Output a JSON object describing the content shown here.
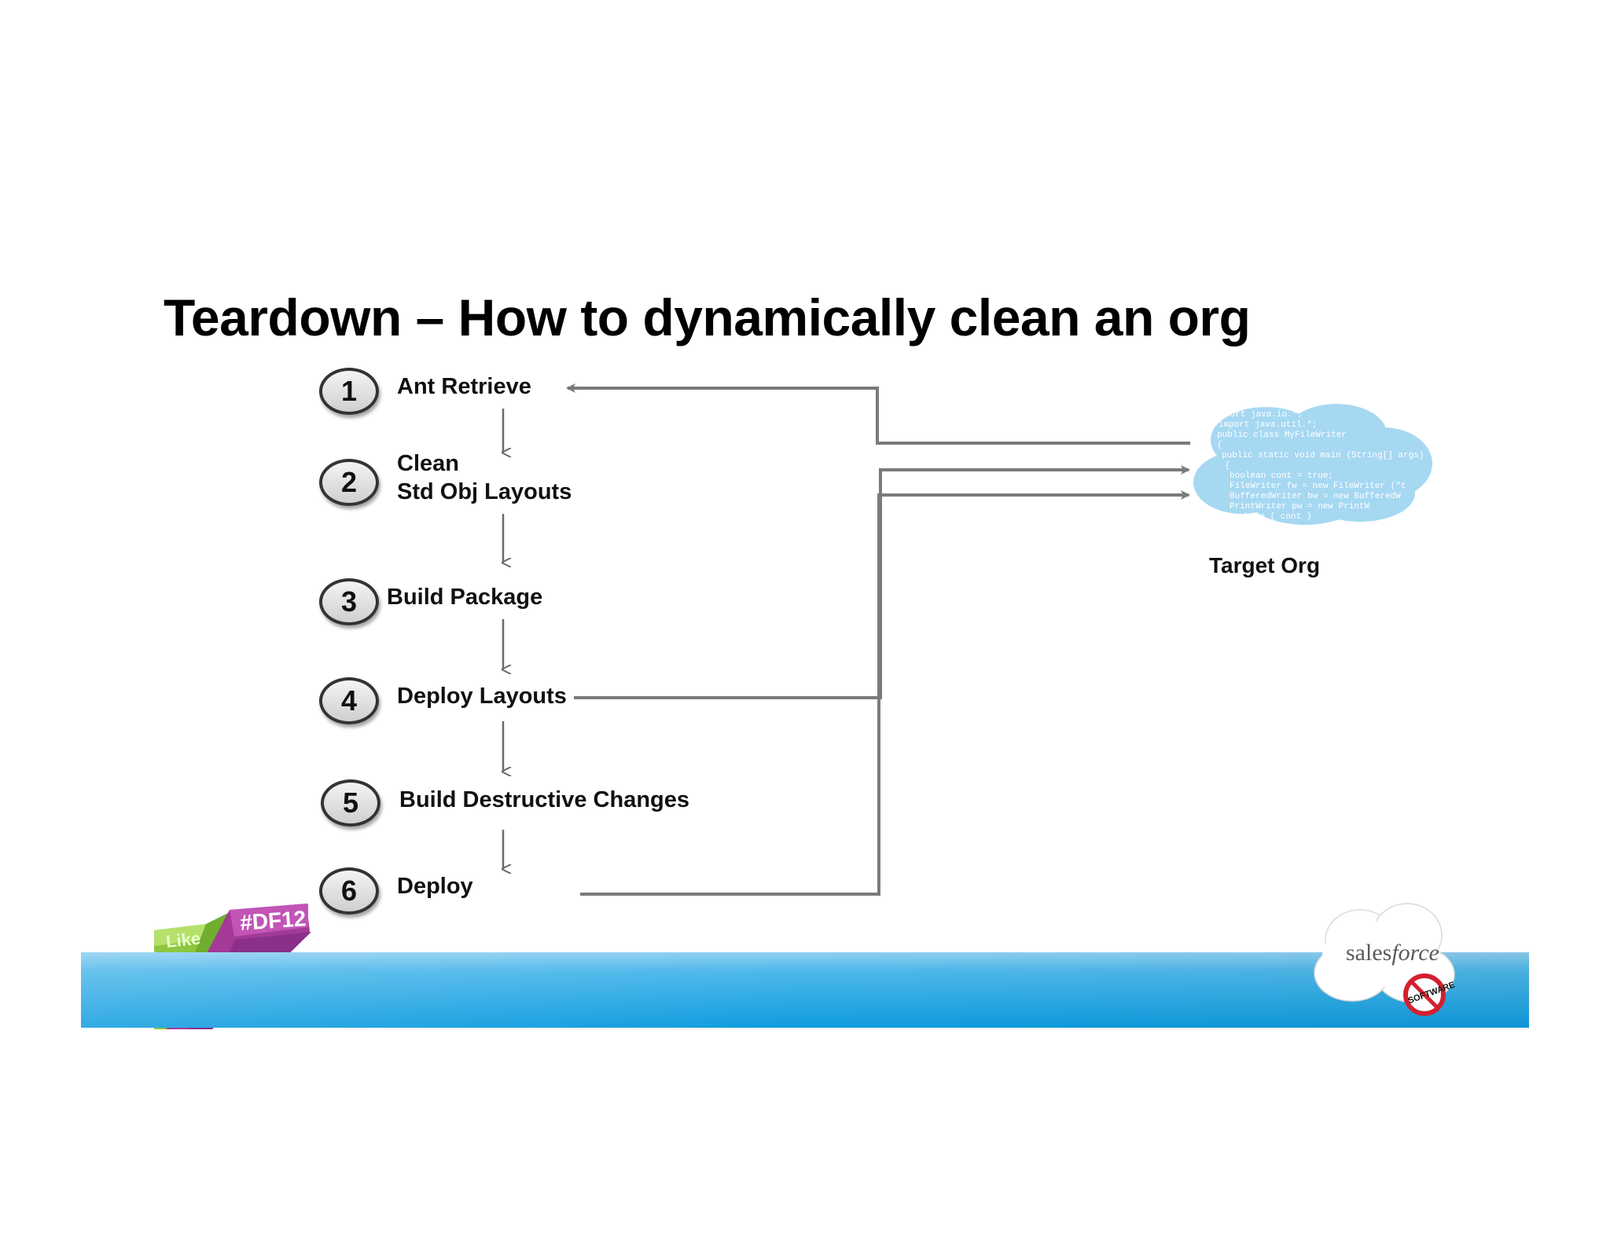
{
  "title": "Teardown – How to dynamically clean an org",
  "steps": [
    {
      "number": "1",
      "label": "Ant Retrieve"
    },
    {
      "number": "2",
      "label_line1": "Clean",
      "label_line2": "Std Obj Layouts"
    },
    {
      "number": "3",
      "label": "Build Package"
    },
    {
      "number": "4",
      "label": "Deploy Layouts"
    },
    {
      "number": "5",
      "label": "Build Destructive Changes"
    },
    {
      "number": "6",
      "label": "Deploy"
    }
  ],
  "target": {
    "label": "Target Org",
    "code_lines": [
      "port java.io.*;",
      "import java.util.*;",
      "public class MyFileWriter",
      "{",
      "public static void main (String[] args)",
      "{",
      "boolean cont = true;",
      "FileWriter fw = new FileWriter (\"t",
      "BufferedWriter bw = new BufferedW",
      "PrintWriter pw = new PrintW",
      "while ( cont )"
    ]
  },
  "branding": {
    "like_text": "Like",
    "hashtag": "#DF12",
    "salesforce_prefix": "sales",
    "salesforce_suffix": "force",
    "badge_text": "SOFTWARE"
  },
  "colors": {
    "banner": "#1aa3e0",
    "cloud": "#a6d8f2",
    "arrow": "#7a7a7a"
  }
}
